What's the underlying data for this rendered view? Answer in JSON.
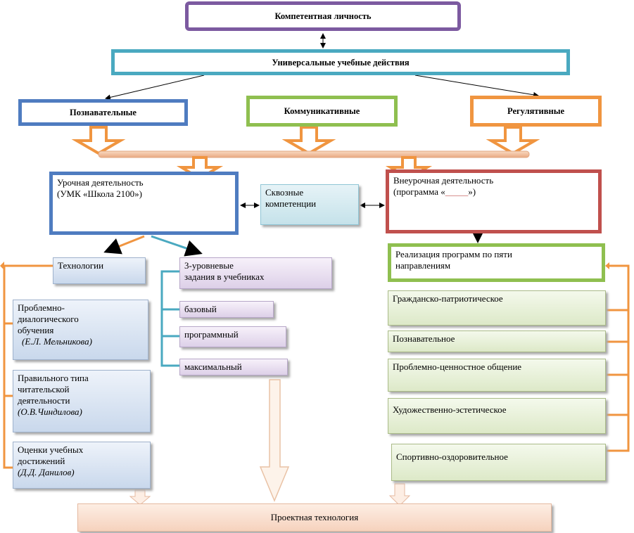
{
  "top": {
    "title": "Компетентная личность"
  },
  "uud": {
    "title": "Универсальные учебные действия"
  },
  "categories": {
    "cognitive": "Познавательные",
    "communicative": "Коммуникативные",
    "regulatory": "Регулятивные"
  },
  "lesson": {
    "line1": "Урочная деятельность",
    "line2": "(УМК «Школа 2100»)"
  },
  "crosscut": {
    "line1": "Сквозные",
    "line2": "компетенции"
  },
  "extracurricular": {
    "line1": "Внеурочная деятельность",
    "line2_prefix": "(программа «",
    "line2_blank": "_____",
    "line2_suffix": "»)"
  },
  "realization": {
    "line1": "Реализация программ по пяти",
    "line2": "направлениям"
  },
  "technologies": {
    "title": "Технологии",
    "items": [
      {
        "lines": [
          "Проблемно-",
          "диалогического",
          "обучения"
        ],
        "author": "(Е.Л. Мельникова)"
      },
      {
        "lines": [
          "Правильного типа",
          "читательской",
          "деятельности"
        ],
        "author": "(О.В.Чиндилова)"
      },
      {
        "lines": [
          "Оценки учебных",
          "достижений"
        ],
        "author": "(Д.Д. Данилов)"
      }
    ]
  },
  "tasks": {
    "title_line1": "3-уровневые",
    "title_line2": "задания в учебниках",
    "levels": [
      "базовый",
      "программный",
      "максимальный"
    ]
  },
  "directions": [
    "Гражданско-патриотическое",
    "Познавательное",
    "Проблемно-ценностное общение",
    "Художественно-эстетическое",
    "Спортивно-оздоровительное"
  ],
  "project": {
    "label": "Проектная технология"
  },
  "colors": {
    "purple": "#7c5aa0",
    "teal": "#4aa9c0",
    "blue": "#4f7cc0",
    "green": "#8fbf50",
    "orange": "#f09540",
    "red": "#c0504d"
  }
}
